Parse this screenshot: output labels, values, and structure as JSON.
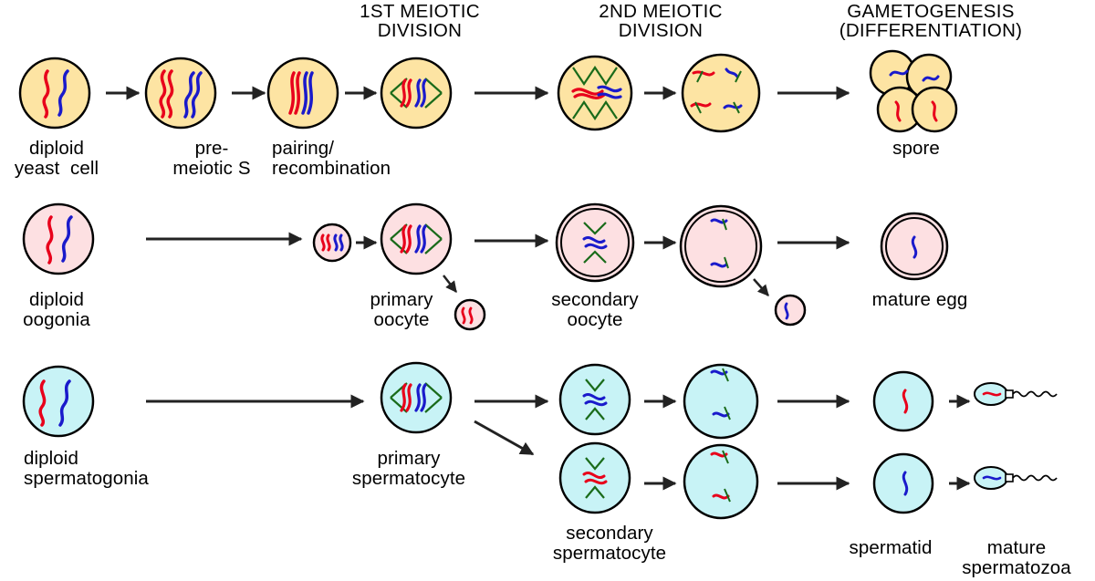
{
  "headers": {
    "first_division": "1ST MEIOTIC\nDIVISION",
    "second_division": "2ND MEIOTIC\nDIVISION",
    "gametogenesis": "GAMETOGENESIS\n(DIFFERENTIATION)"
  },
  "yeast_row": {
    "diploid_label": "diploid\nyeast  cell",
    "premeiotic_label": "pre-\nmeiotic S",
    "pairing_label": "pairing/\nrecombination",
    "spore_label": "spore"
  },
  "oogenesis_row": {
    "diploid_label": "diploid\noogonia",
    "primary_label": "primary\noocyte",
    "secondary_label": "secondary\noocyte",
    "mature_label": "mature egg"
  },
  "spermatogenesis_row": {
    "diploid_label": "diploid\nspermatogonia",
    "primary_label": "primary\nspermatocyte",
    "secondary_label": "secondary\nspermatocyte",
    "spermatid_label": "spermatid",
    "mature_label": "mature\nspermatozoa"
  },
  "colors": {
    "yeast_cell": "#fde4a3",
    "oocyte_cell": "#fde0e2",
    "sperm_cell": "#c8f3f6",
    "maternal_chromosome": "#e8001b",
    "paternal_chromosome": "#1a1acb",
    "spindle": "#1a6b1a",
    "arrow": "#222222"
  }
}
